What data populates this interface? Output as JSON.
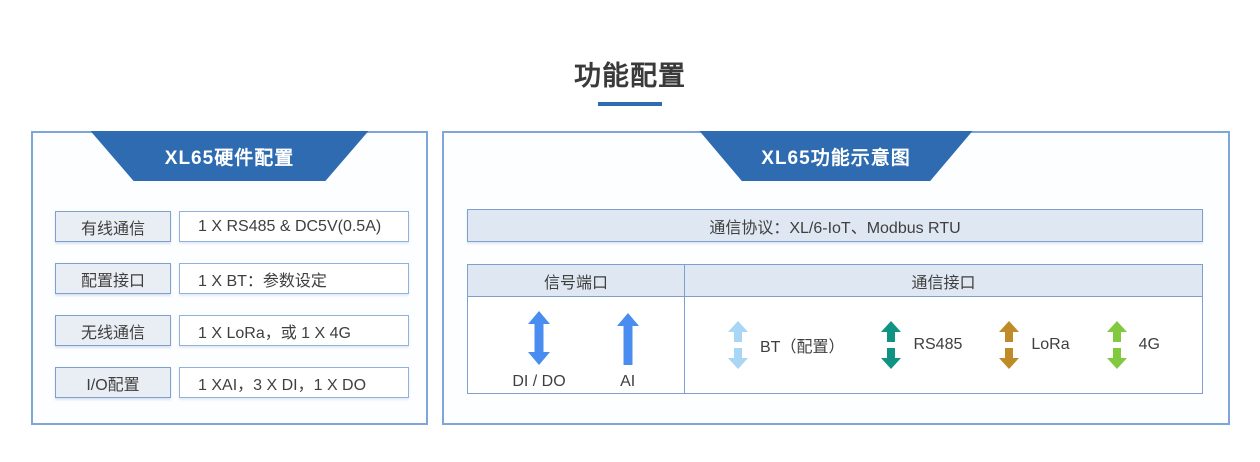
{
  "page": {
    "title": "功能配置"
  },
  "colors": {
    "header_blue": "#2e6bb0",
    "panel_border": "#7ea6d8",
    "arrow_blue": "#4a8df0",
    "arrow_lightblue": "#a9d6f5",
    "arrow_teal": "#0f9382",
    "arrow_gold": "#bf8b28",
    "arrow_green": "#83c93f"
  },
  "hardware_panel": {
    "title": "XL65硬件配置",
    "rows": [
      {
        "label": "有线通信",
        "value": "1 X RS485 & DC5V(0.5A)"
      },
      {
        "label": "配置接口",
        "value": "1 X BT：参数设定"
      },
      {
        "label": "无线通信",
        "value": "1 X LoRa，或 1 X 4G"
      },
      {
        "label": "I/O配置",
        "value": "1 XAI，3 X DI，1 X DO"
      }
    ]
  },
  "function_panel": {
    "title": "XL65功能示意图",
    "protocol_bar": "通信协议：XL/6-IoT、Modbus RTU",
    "signal_header": "信号端口",
    "comm_header": "通信接口",
    "signal_ports": [
      {
        "label": "DI / DO",
        "arrow": "double-arrow",
        "color": "#4a8df0"
      },
      {
        "label": "AI",
        "arrow": "up-arrow",
        "color": "#4a8df0"
      }
    ],
    "comm_interfaces": [
      {
        "label": "BT（配置）",
        "arrow": "split-double-arrow",
        "color": "#a9d6f5"
      },
      {
        "label": "RS485",
        "arrow": "split-double-arrow",
        "color": "#0f9382"
      },
      {
        "label": "LoRa",
        "arrow": "split-double-arrow",
        "color": "#bf8b28"
      },
      {
        "label": "4G",
        "arrow": "split-double-arrow",
        "color": "#83c93f"
      }
    ]
  }
}
